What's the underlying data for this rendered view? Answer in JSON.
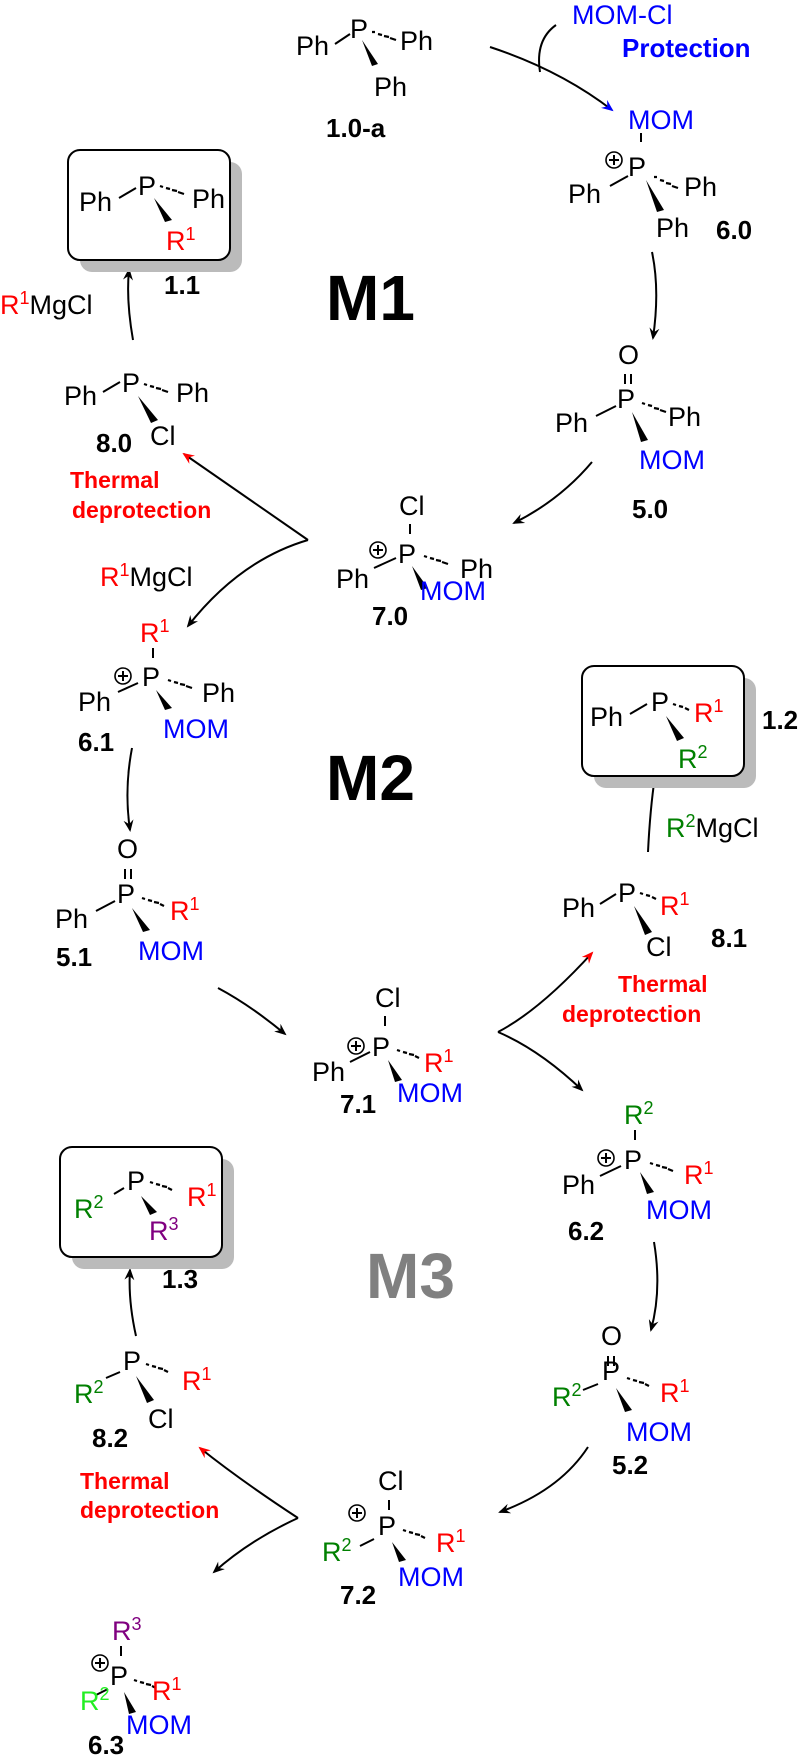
{
  "colors": {
    "black": "#000000",
    "mom": "#0000ff",
    "r1": "#ff0000",
    "r2": "#008000",
    "r2_alt": "#22ee22",
    "r3": "#800080",
    "protection": "#0000ff",
    "thermal": "#ff0000",
    "m3": "#808080"
  },
  "cycles": [
    {
      "label": "M1"
    },
    {
      "label": "M2"
    },
    {
      "label": "M3"
    }
  ],
  "atoms": {
    "P": "P",
    "Ph": "Ph",
    "O": "O",
    "Cl": "Cl",
    "MOM": "MOM",
    "R": "R",
    "one": "1",
    "two": "2",
    "three": "3"
  },
  "reagents": {
    "mom_cl": "MOM-Cl",
    "protection": "Protection",
    "r1mgcl_tail": "MgCl",
    "r2mgcl_tail": "MgCl",
    "thermal_line1": "Thermal",
    "thermal_line2": "deprotection"
  },
  "compounds": [
    {
      "id": "1.0-a"
    },
    {
      "id": "6.0"
    },
    {
      "id": "5.0"
    },
    {
      "id": "7.0"
    },
    {
      "id": "8.0"
    },
    {
      "id": "1.1"
    },
    {
      "id": "6.1"
    },
    {
      "id": "5.1"
    },
    {
      "id": "7.1"
    },
    {
      "id": "8.1"
    },
    {
      "id": "1.2"
    },
    {
      "id": "6.2"
    },
    {
      "id": "5.2"
    },
    {
      "id": "7.2"
    },
    {
      "id": "8.2"
    },
    {
      "id": "1.3"
    },
    {
      "id": "6.3"
    }
  ]
}
